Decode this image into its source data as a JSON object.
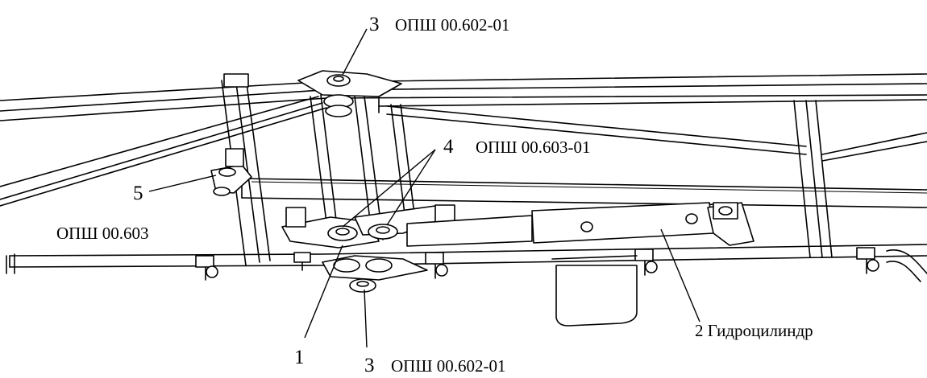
{
  "labels": {
    "num_3_top": "3",
    "code_top": "ОПШ 00.602-01",
    "num_4": "4",
    "code_4": "ОПШ 00.603-01",
    "num_5": "5",
    "code_left": "ОПШ 00.603",
    "num_1": "1",
    "num_3_bottom": "3",
    "code_bottom": "ОПШ 00.602-01",
    "cylinder": "2 Гидроцилиндр"
  }
}
